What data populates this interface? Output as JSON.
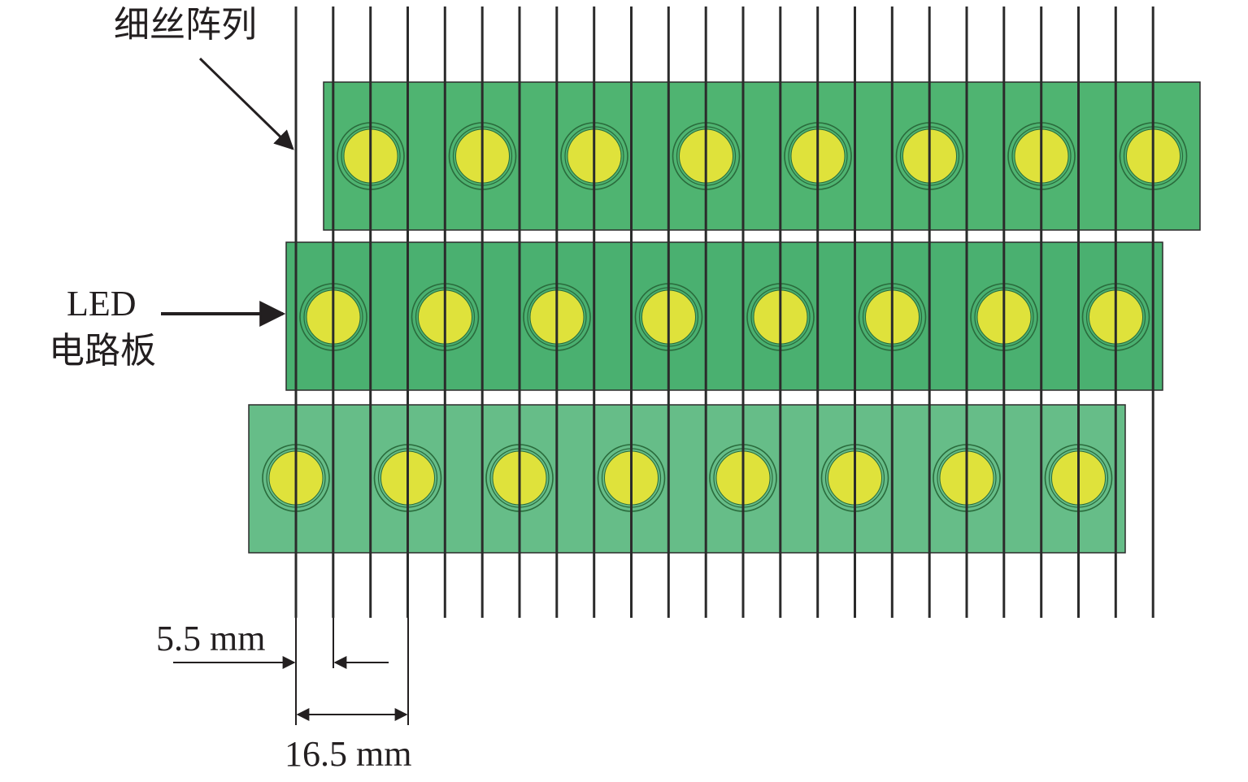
{
  "labels": {
    "filament_array": "细丝阵列",
    "led_line1": "LED",
    "led_line2": "电路板",
    "spacing_small": "5.5 mm",
    "spacing_large": "16.5 mm"
  },
  "colors": {
    "board_top": "#4fb471",
    "board_middle": "#4ab070",
    "board_bottom": "#66bd88",
    "led_fill": "#dfe23b",
    "led_ring": "#2a6b3c",
    "wire": "#2b2b2b",
    "text": "#231f20"
  },
  "filaments": {
    "count": 24,
    "spacing_mm": 5.5,
    "led_pitch_mm": 16.5
  },
  "boards": [
    {
      "name": "top-board",
      "led_count": 8
    },
    {
      "name": "middle-board",
      "led_count": 8
    },
    {
      "name": "bottom-board",
      "led_count": 8
    }
  ]
}
